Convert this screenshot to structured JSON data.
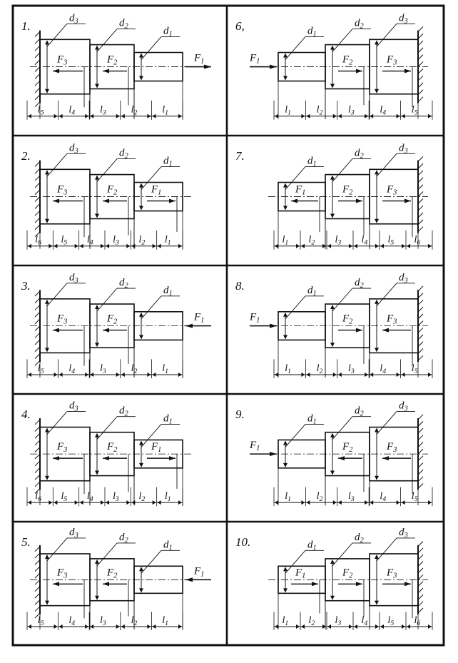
{
  "sheet": {
    "ink_color": "#111111",
    "paper_color": "#ffffff",
    "variants": [
      {
        "number": "1.",
        "wall": "left",
        "steps": [
          {
            "d": "d3",
            "f": "F3",
            "dir": "left"
          },
          {
            "d": "d2",
            "f": "F2",
            "dir": "left"
          },
          {
            "d": "d1",
            "f": "",
            "dir": ""
          }
        ],
        "end_force": {
          "label": "F1",
          "dir": "right"
        },
        "lengths": [
          "l5",
          "l4",
          "l3",
          "l2",
          "l1"
        ]
      },
      {
        "number": "6,",
        "wall": "right",
        "steps": [
          {
            "d": "d1",
            "f": "",
            "dir": ""
          },
          {
            "d": "d2",
            "f": "F2",
            "dir": "right"
          },
          {
            "d": "d3",
            "f": "F3",
            "dir": "right"
          }
        ],
        "end_force": {
          "label": "F1",
          "dir": "right"
        },
        "lengths": [
          "l1",
          "l2",
          "l3",
          "l4",
          "l5"
        ]
      },
      {
        "number": "2.",
        "wall": "left",
        "steps": [
          {
            "d": "d3",
            "f": "F3",
            "dir": "left"
          },
          {
            "d": "d2",
            "f": "F2",
            "dir": "left"
          },
          {
            "d": "d1",
            "f": "F1",
            "dir": "right"
          }
        ],
        "end_force": {
          "label": "",
          "dir": ""
        },
        "lengths": [
          "l6",
          "l5",
          "l4",
          "l3",
          "l2",
          "l1"
        ]
      },
      {
        "number": "7.",
        "wall": "right",
        "steps": [
          {
            "d": "d1",
            "f": "F1",
            "dir": "left"
          },
          {
            "d": "d2",
            "f": "F2",
            "dir": "right"
          },
          {
            "d": "d3",
            "f": "F3",
            "dir": "right"
          }
        ],
        "end_force": {
          "label": "",
          "dir": ""
        },
        "lengths": [
          "l1",
          "l2",
          "l3",
          "l4",
          "l5",
          "l6"
        ]
      },
      {
        "number": "3.",
        "wall": "left",
        "steps": [
          {
            "d": "d3",
            "f": "F3",
            "dir": "left"
          },
          {
            "d": "d2",
            "f": "F2",
            "dir": "left"
          },
          {
            "d": "d1",
            "f": "",
            "dir": ""
          }
        ],
        "end_force": {
          "label": "F1",
          "dir": "left"
        },
        "lengths": [
          "l5",
          "l4",
          "l3",
          "l2",
          "l1"
        ]
      },
      {
        "number": "8.",
        "wall": "right",
        "steps": [
          {
            "d": "d1",
            "f": "",
            "dir": ""
          },
          {
            "d": "d2",
            "f": "F2",
            "dir": "right"
          },
          {
            "d": "d3",
            "f": "F3",
            "dir": "left"
          }
        ],
        "end_force": {
          "label": "F1",
          "dir": "right"
        },
        "lengths": [
          "l1",
          "l2",
          "l3",
          "l4",
          "l5"
        ]
      },
      {
        "number": "4.",
        "wall": "left",
        "steps": [
          {
            "d": "d3",
            "f": "F3",
            "dir": "left"
          },
          {
            "d": "d2",
            "f": "F2",
            "dir": "left"
          },
          {
            "d": "d1",
            "f": "F1",
            "dir": "right"
          }
        ],
        "end_force": {
          "label": "",
          "dir": ""
        },
        "lengths": [
          "l6",
          "l5",
          "l4",
          "l3",
          "l2",
          "l1"
        ]
      },
      {
        "number": "9.",
        "wall": "right",
        "steps": [
          {
            "d": "d1",
            "f": "",
            "dir": ""
          },
          {
            "d": "d2",
            "f": "F2",
            "dir": "left"
          },
          {
            "d": "d3",
            "f": "F3",
            "dir": "left"
          }
        ],
        "end_force": {
          "label": "F1",
          "dir": "right"
        },
        "lengths": [
          "l1",
          "l2",
          "l3",
          "l4",
          "l5"
        ]
      },
      {
        "number": "5.",
        "wall": "left",
        "steps": [
          {
            "d": "d3",
            "f": "F3",
            "dir": "left"
          },
          {
            "d": "d2",
            "f": "F2",
            "dir": "left"
          },
          {
            "d": "d1",
            "f": "",
            "dir": ""
          }
        ],
        "end_force": {
          "label": "F1",
          "dir": "left"
        },
        "lengths": [
          "l5",
          "l4",
          "l3",
          "l2",
          "l1"
        ]
      },
      {
        "number": "10.",
        "wall": "right",
        "steps": [
          {
            "d": "d1",
            "f": "F1",
            "dir": "right"
          },
          {
            "d": "d2",
            "f": "F2",
            "dir": "right"
          },
          {
            "d": "d3",
            "f": "F3",
            "dir": "right"
          }
        ],
        "end_force": {
          "label": "",
          "dir": ""
        },
        "lengths": [
          "l1",
          "l2",
          "l3",
          "l4",
          "l5",
          "l6"
        ]
      }
    ]
  }
}
